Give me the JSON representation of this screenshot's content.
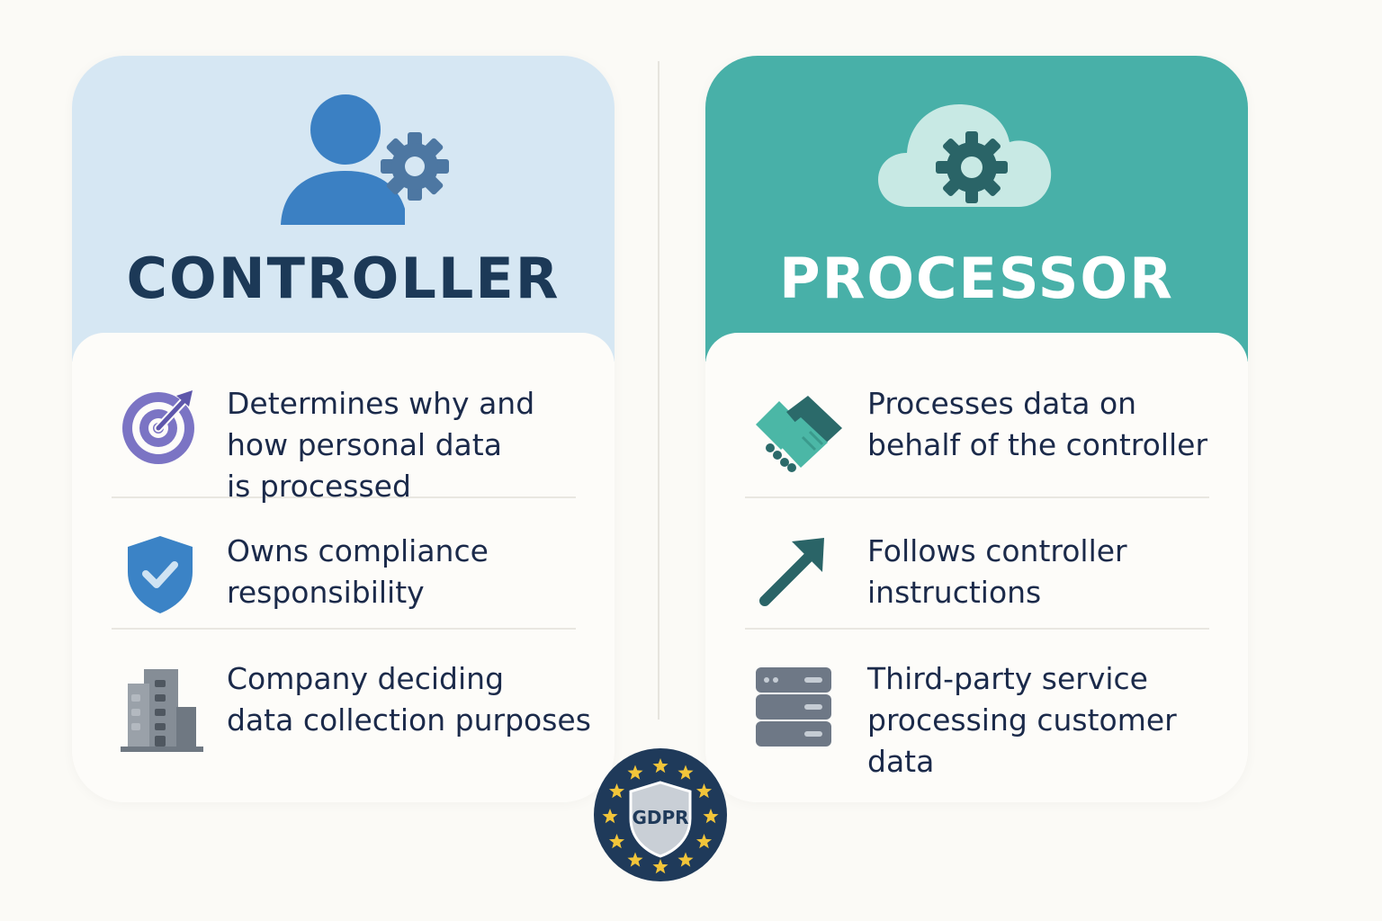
{
  "controller": {
    "title": "CONTROLLER",
    "header_icon": "user-gear-icon",
    "colors": {
      "header_bg": "#d6e7f3",
      "title": "#1c3957",
      "accent": "#3a7fc1"
    },
    "items": [
      {
        "icon": "target-icon",
        "text": "Determines why and\nhow personal data\nis processed"
      },
      {
        "icon": "shield-check-icon",
        "text": "Owns compliance\nresponsibility"
      },
      {
        "icon": "building-icon",
        "text": "Company deciding\ndata collection purposes"
      }
    ]
  },
  "processor": {
    "title": "PROCESSOR",
    "header_icon": "cloud-gear-icon",
    "colors": {
      "header_bg": "#48b0a8",
      "title": "#ffffff",
      "accent": "#2a6467"
    },
    "items": [
      {
        "icon": "handshake-icon",
        "text": "Processes data on\nbehalf of the controller"
      },
      {
        "icon": "arrow-up-right-icon",
        "text": "Follows controller\ninstructions"
      },
      {
        "icon": "server-icon",
        "text": "Third-party service\nprocessing customer\ndata"
      }
    ]
  },
  "badge": {
    "icon": "gdpr-eu-stars-icon",
    "label": "GDPR",
    "colors": {
      "ring": "#1f3a5a",
      "stars": "#f2c53a",
      "shield": "#c9cfd6"
    }
  }
}
